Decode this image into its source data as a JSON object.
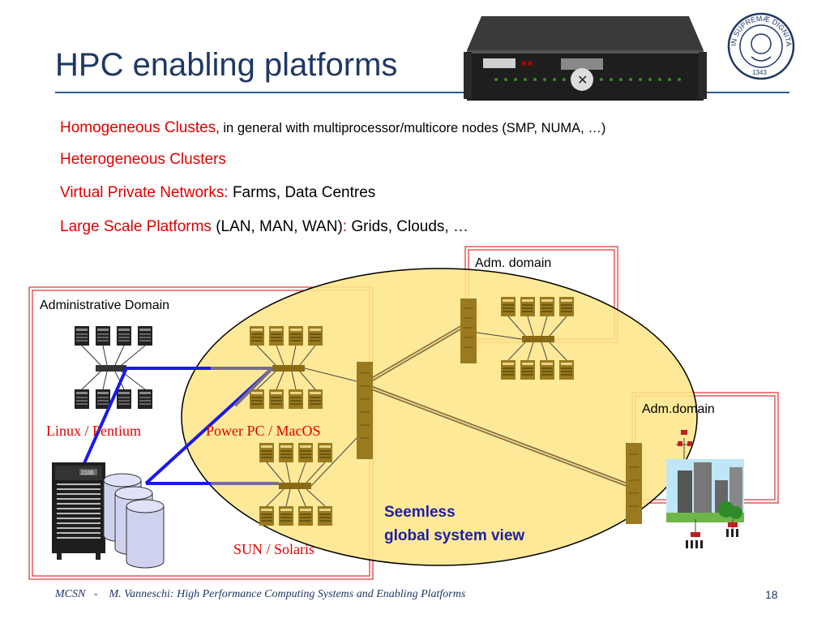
{
  "slide": {
    "title": "HPC enabling platforms",
    "bullets": [
      {
        "red": "Homogeneous Clustes",
        "black": ", in general with multiprocessor/multicore nodes (SMP, NUMA, …)"
      },
      {
        "red": "Heterogeneous Clusters",
        "black": ""
      },
      {
        "red": "Virtual Private Networks:",
        "black": " Farms, Data Centres"
      },
      {
        "red": "Large Scale Platforms",
        "black": " (LAN, MAN, WAN)",
        "red2": ":",
        "black2": " Grids, Clouds, …"
      }
    ]
  },
  "diagram": {
    "admin_domain_label": "Administrative Domain",
    "adm_domain_top_label": "Adm. domain",
    "adm_domain_right_label": "Adm.domain",
    "linux_label": "Linux / Pentium",
    "powerpc_label": "Power PC / MacOS",
    "sun_label": "SUN / Solaris",
    "seamless_line1": "Seemless",
    "seamless_line2": "global system view",
    "server_label": "2100"
  },
  "footer": {
    "text": "MCSN   -    M. Vanneschi: High Performance Computing Systems and Enabling Platforms",
    "page": "18"
  },
  "colors": {
    "title": "#1f3864",
    "accent_red": "#e00000",
    "ellipse_fill": "#fde68a",
    "link_blue": "#1a1ae6",
    "link_gray": "#7a6e8a"
  },
  "icons": [
    "rack-server-icon",
    "university-seal-icon",
    "computer-icon",
    "network-switch-icon",
    "disk-storage-icon",
    "city-buildings-icon"
  ]
}
